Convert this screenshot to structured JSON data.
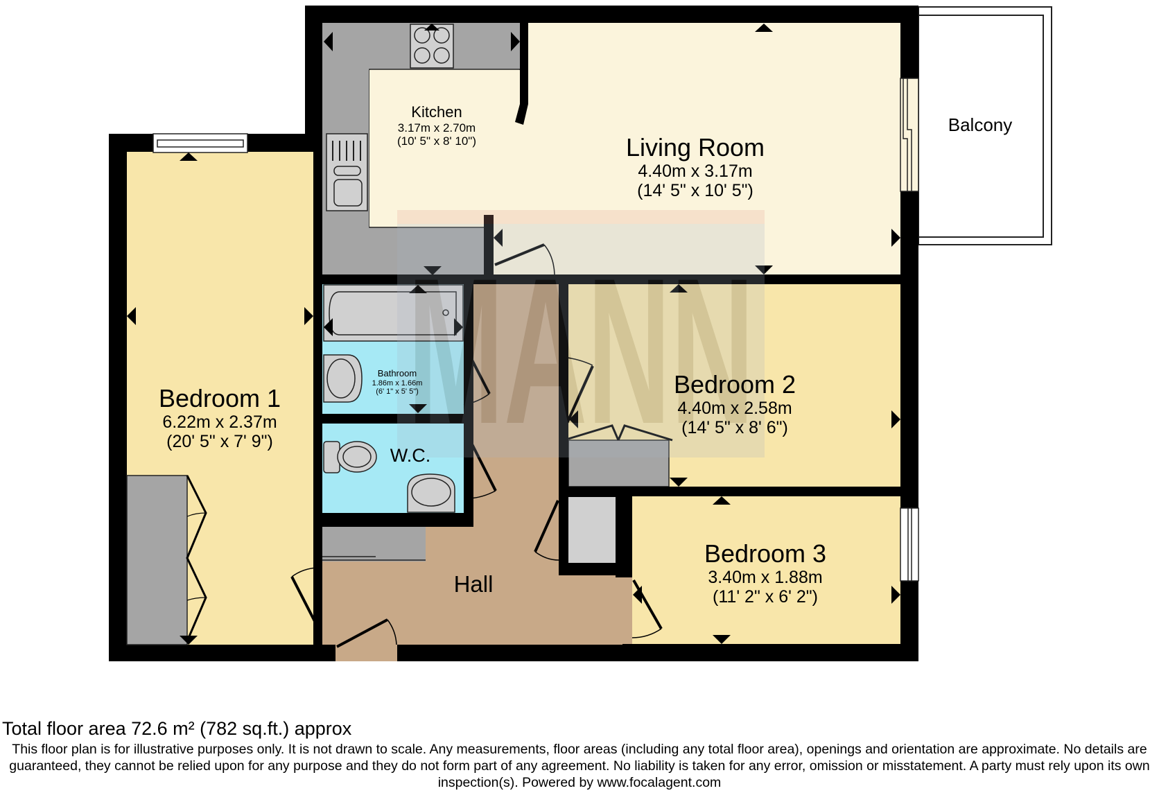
{
  "rooms": {
    "kitchen": {
      "name": "Kitchen",
      "metric": "3.17m x 2.70m",
      "imperial": "(10' 5\" x 8' 10\")"
    },
    "living_room": {
      "name": "Living Room",
      "metric": "4.40m x 3.17m",
      "imperial": "(14' 5\" x 10' 5\")"
    },
    "balcony": {
      "name": "Balcony"
    },
    "bedroom1": {
      "name": "Bedroom 1",
      "metric": "6.22m x 2.37m",
      "imperial": "(20' 5\" x 7' 9\")"
    },
    "bathroom": {
      "name": "Bathroom",
      "metric": "1.86m x 1.66m",
      "imperial": "(6' 1\" x 5' 5\")"
    },
    "wc": {
      "name": "W.C."
    },
    "bedroom2": {
      "name": "Bedroom 2",
      "metric": "4.40m x 2.58m",
      "imperial": "(14' 5\" x 8' 6\")"
    },
    "bedroom3": {
      "name": "Bedroom 3",
      "metric": "3.40m x 1.88m",
      "imperial": "(11' 2\" x 6' 2\")"
    },
    "hall": {
      "name": "Hall"
    }
  },
  "colors": {
    "wall": "#000000",
    "bedroom_floor": "#f8e6aa",
    "living_floor": "#fbf4dc",
    "hall_floor": "#c8a988",
    "wet_room_floor": "#a6e9f5",
    "counter": "#a5a5a5",
    "fixture": "#d0d0d0"
  },
  "watermark": {
    "text": "MANN"
  },
  "footer": {
    "total_area": "Total floor area 72.6 m² (782 sq.ft.) approx",
    "disclaimer": "This floor plan is for illustrative purposes only. It is not drawn to scale. Any measurements, floor areas (including any total floor area), openings and orientation are approximate. No details are guaranteed, they cannot be relied upon for any purpose and they do not form part of any agreement. No liability is taken for any error, omission or misstatement. A party must rely upon its own inspection(s). Powered by www.focalagent.com"
  }
}
